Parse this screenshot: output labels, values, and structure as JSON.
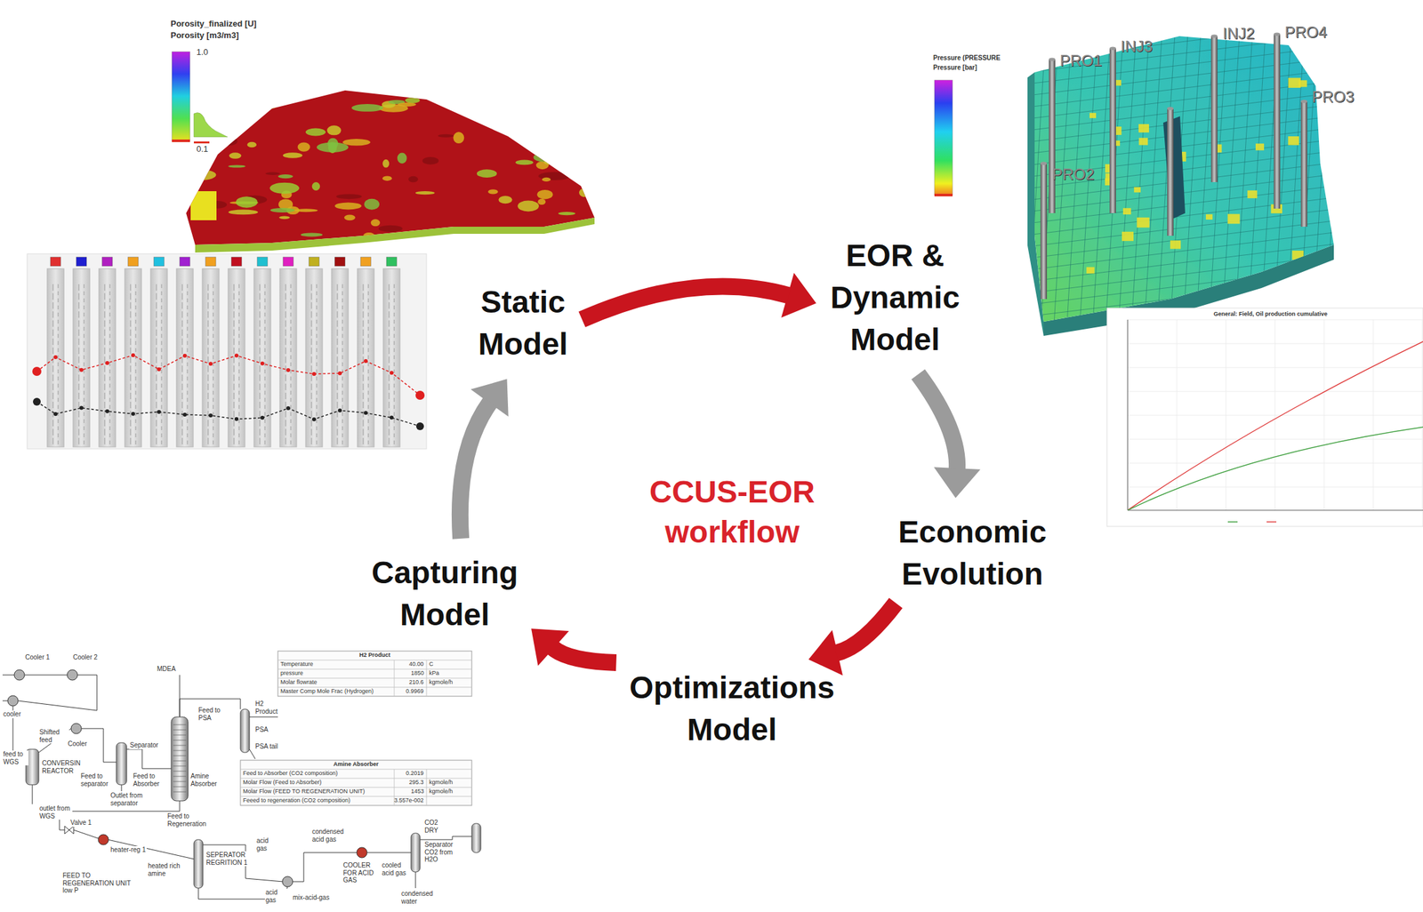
{
  "diagram": {
    "nodes": [
      {
        "text": [
          "Static Model"
        ]
      },
      {
        "text": [
          "EOR & Dynamic Model"
        ]
      },
      {
        "text": [
          "Economic Evolution"
        ]
      },
      {
        "text": [
          "Optimizations Model"
        ]
      },
      {
        "text": [
          "Capturing Model"
        ]
      }
    ],
    "edges": [
      {
        "from": 0,
        "to": 1,
        "arrow": "to"
      },
      {
        "from": 1,
        "to": 2,
        "arrow": "to"
      },
      {
        "from": 2,
        "to": 3,
        "arrow": "to"
      },
      {
        "from": 3,
        "to": 4,
        "arrow": "to"
      },
      {
        "from": 4,
        "to": 0,
        "arrow": "to"
      }
    ],
    "labels": [
      "CCUS-EOR workflow",
      "Porosity_finalized [U]",
      "Porosity [m3/m3]",
      "1.0",
      "0.1",
      "Pressure (PRESSURE",
      "Pressure [bar]",
      "PRO1",
      "INJ3",
      "INJ2",
      "PRO4",
      "PRO3",
      "PRO2",
      "General: Field, Oil production cumulative",
      "Cooler 1",
      "Cooler 2",
      "cooler",
      "Shifted feed",
      "Cooler",
      "feed to WGS",
      "CONVERSIN REACTOR",
      "outlet from WGS",
      "Feed to separator",
      "Separator",
      "Outlet from separator",
      "Feed to Absorber",
      "MDEA",
      "Amine Absorber",
      "Feed to PSA",
      "H2 Product",
      "PSA",
      "PSA tail",
      "Feed to Regeneration",
      "Valve 1",
      "heater-reg 1",
      "FEED TO REGENERATION UNIT low P",
      "heated rich amine",
      "SEPERATOR REGRITION 1",
      "acid gas",
      "acid gas",
      "mix-acid-gas",
      "condensed acid gas",
      "COOLER FOR ACID GAS",
      "cooled acid gas",
      "CO2 DRY",
      "Separator CO2 from H2O",
      "condensed water",
      "H2 Product",
      "Temperature",
      "40.00",
      "C",
      "pressure",
      "1850",
      "kPa",
      "Molar flowrate",
      "210.6",
      "kgmole/h",
      "Master Comp Mole Frac (Hydrogen)",
      "0.9969",
      "Amine Absorber",
      "Feed to Absorber (CO2 composition)",
      "0.2019",
      "Molar Flow (Feed to Absorber)",
      "295.3",
      "kgmole/h",
      "Molar Flow (FEED TO REGENERATION UNIT)",
      "1453",
      "kgmole/h",
      "Feeed to regeneration (CO2 composition)",
      "3.557e-002"
    ]
  }
}
